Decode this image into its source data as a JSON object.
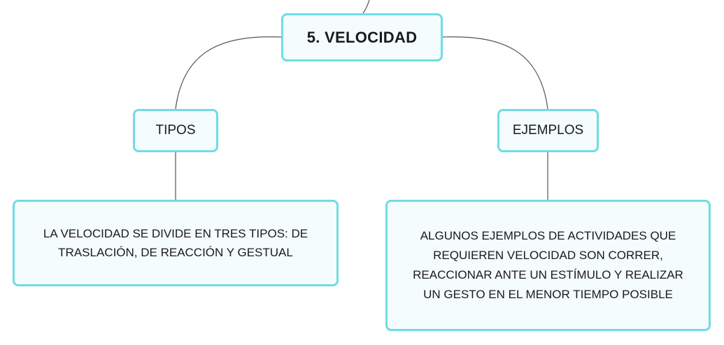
{
  "nodes": {
    "root": "5. VELOCIDAD",
    "tipos": "TIPOS",
    "ejemplos": "EJEMPLOS",
    "tipos_desc": "LA VELOCIDAD SE DIVIDE EN TRES TIPOS: DE TRASLACIÓN, DE REACCIÓN Y GESTUAL",
    "ejemplos_desc": "ALGUNOS EJEMPLOS DE ACTIVIDADES QUE REQUIEREN VELOCIDAD SON CORRER, REACCIONAR ANTE UN ESTÍMULO Y REALIZAR UN GESTO EN EL MENOR TIEMPO POSIBLE"
  },
  "colors": {
    "node_border": "#6edde3",
    "node_fill": "#f4fcfd",
    "connector": "#555555",
    "text": "#1a1a1a"
  }
}
